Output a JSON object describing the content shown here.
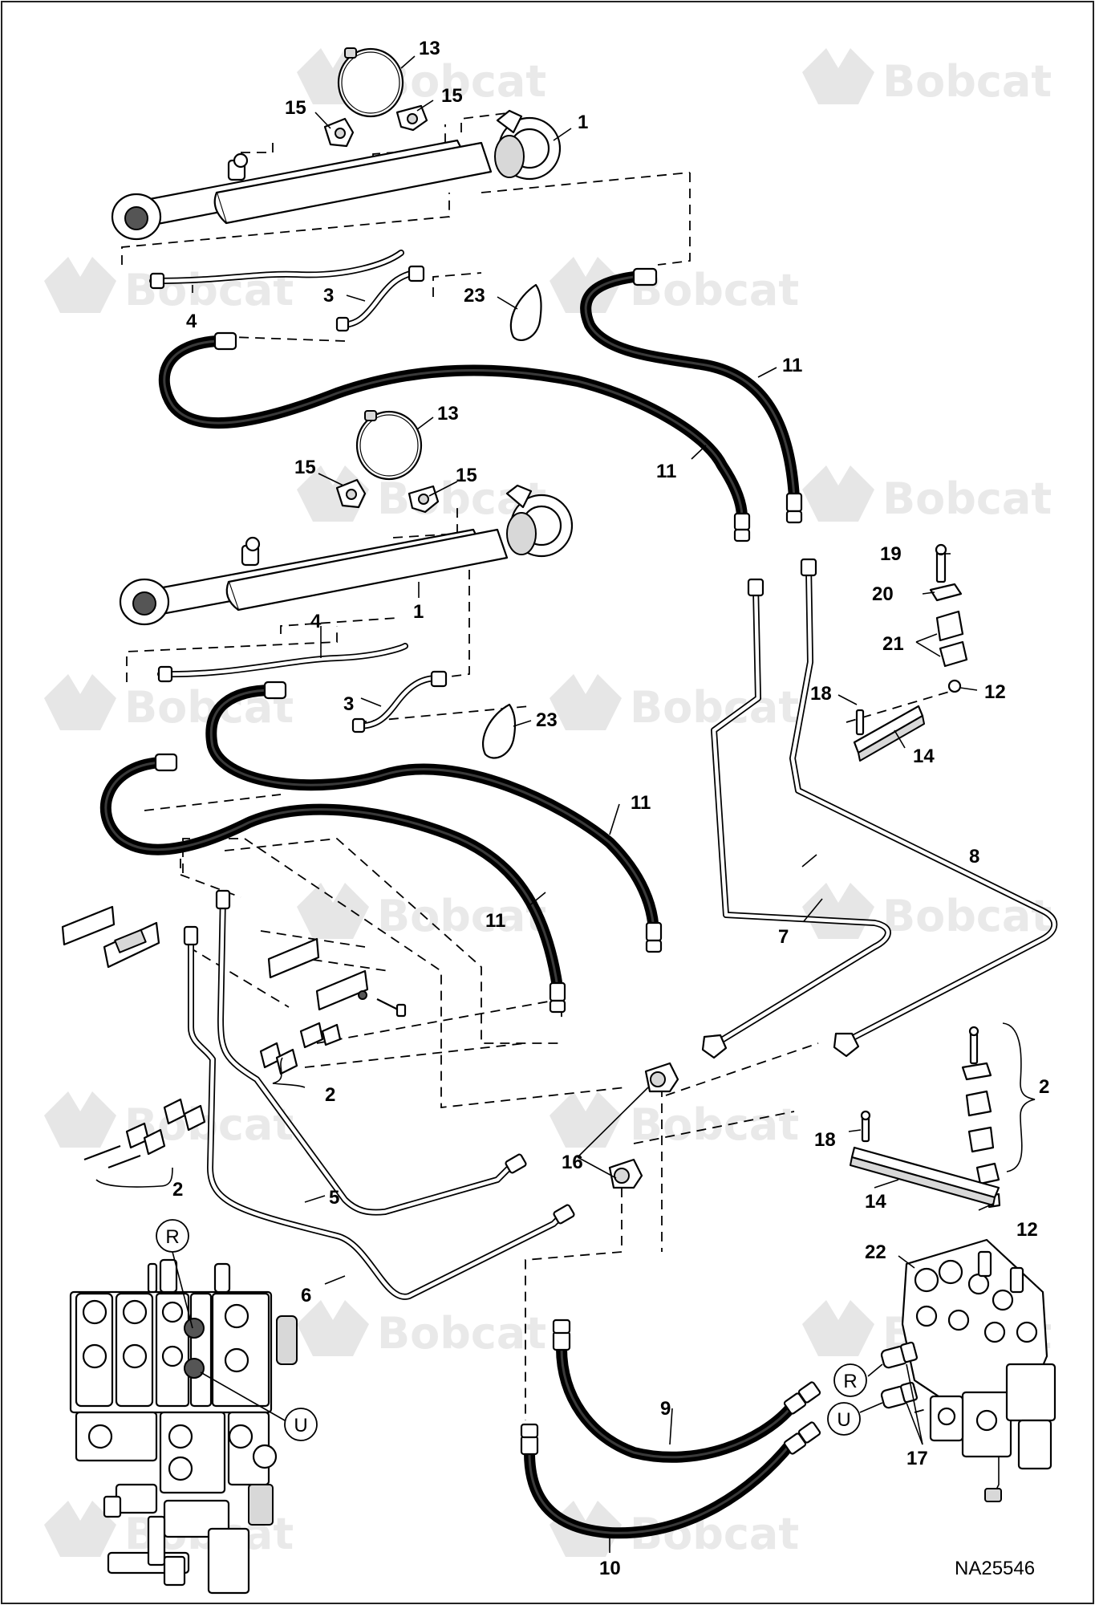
{
  "watermark": {
    "brand": "Bobcat"
  },
  "figure_id": "NA25546",
  "port_labels": {
    "return": "R",
    "upper": "U"
  },
  "callouts": {
    "c1a": "1",
    "c1b": "1",
    "c2a": "2",
    "c2b": "2",
    "c2c": "2",
    "c3a": "3",
    "c3b": "3",
    "c4a": "4",
    "c4b": "4",
    "c5": "5",
    "c6": "6",
    "c7": "7",
    "c8": "8",
    "c9": "9",
    "c10": "10",
    "c11a": "11",
    "c11b": "11",
    "c11c": "11",
    "c11d": "11",
    "c12a": "12",
    "c12b": "12",
    "c13a": "13",
    "c13b": "13",
    "c14a": "14",
    "c14b": "14",
    "c15a": "15",
    "c15b": "15",
    "c15c": "15",
    "c15d": "15",
    "c16": "16",
    "c17": "17",
    "c18a": "18",
    "c18b": "18",
    "c19": "19",
    "c20": "20",
    "c21": "21",
    "c22": "22",
    "c23a": "23",
    "c23b": "23"
  }
}
